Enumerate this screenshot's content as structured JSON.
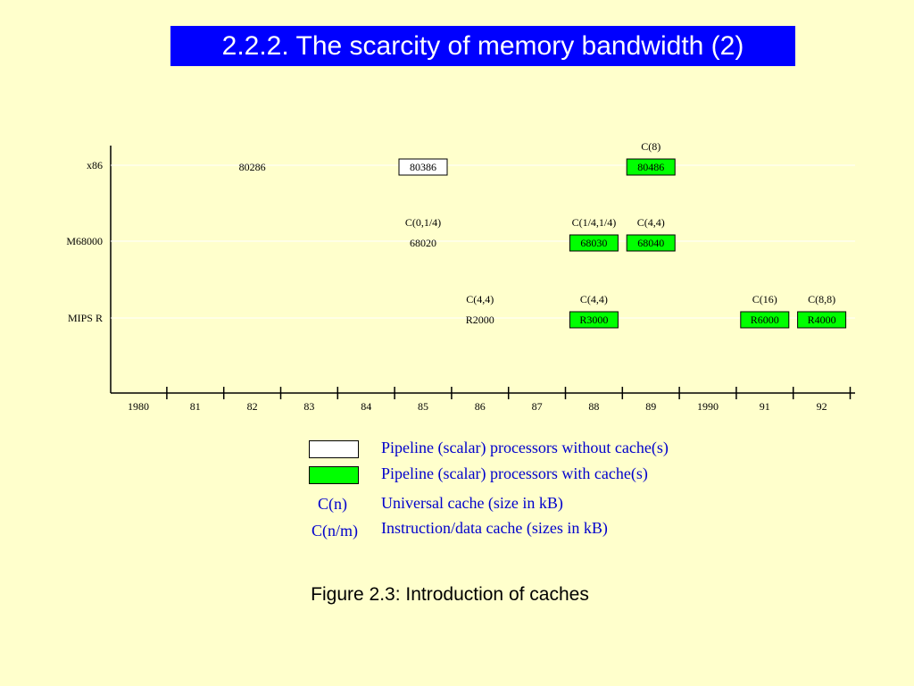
{
  "title": "2.2.2. The scarcity of memory bandwidth (2)",
  "timeline": {
    "rows": [
      "x86",
      "M68000",
      "MIPS R"
    ],
    "ticks": [
      "1980",
      "81",
      "82",
      "83",
      "84",
      "85",
      "86",
      "87",
      "88",
      "89",
      "1990",
      "91",
      "92"
    ],
    "processors": [
      {
        "name": "80286",
        "row": 0,
        "year": 1982,
        "style": "plain",
        "cache": ""
      },
      {
        "name": "80386",
        "row": 0,
        "year": 1985,
        "style": "white",
        "cache": ""
      },
      {
        "name": "80486",
        "row": 0,
        "year": 1989,
        "style": "green",
        "cache": "C(8)"
      },
      {
        "name": "68020",
        "row": 1,
        "year": 1985,
        "style": "plain",
        "cache": "C(0,1/4)"
      },
      {
        "name": "68030",
        "row": 1,
        "year": 1988,
        "style": "green",
        "cache": "C(1/4,1/4)"
      },
      {
        "name": "68040",
        "row": 1,
        "year": 1989,
        "style": "green",
        "cache": "C(4,4)"
      },
      {
        "name": "R2000",
        "row": 2,
        "year": 1986,
        "style": "plain",
        "cache": "C(4,4)"
      },
      {
        "name": "R3000",
        "row": 2,
        "year": 1988,
        "style": "green",
        "cache": "C(4,4)"
      },
      {
        "name": "R6000",
        "row": 2,
        "year": 1991,
        "style": "green",
        "cache": "C(16)"
      },
      {
        "name": "R4000",
        "row": 2,
        "year": 1992,
        "style": "green",
        "cache": "C(8,8)"
      }
    ]
  },
  "legend": {
    "without_cache": "Pipeline (scalar) processors without cache(s)",
    "with_cache": "Pipeline (scalar) processors with cache(s)",
    "universal_symbol": "C(n)",
    "universal_text": "Universal cache (size in kB)",
    "split_symbol": "C(n/m)",
    "split_text": "Instruction/data cache (sizes in kB)"
  },
  "caption": "Figure 2.3: Introduction of caches",
  "colors": {
    "background": "#ffffcc",
    "title_bg": "#0000ff",
    "with_cache": "#00ff00",
    "without_cache": "#ffffff",
    "legend_text": "#0000cc"
  }
}
